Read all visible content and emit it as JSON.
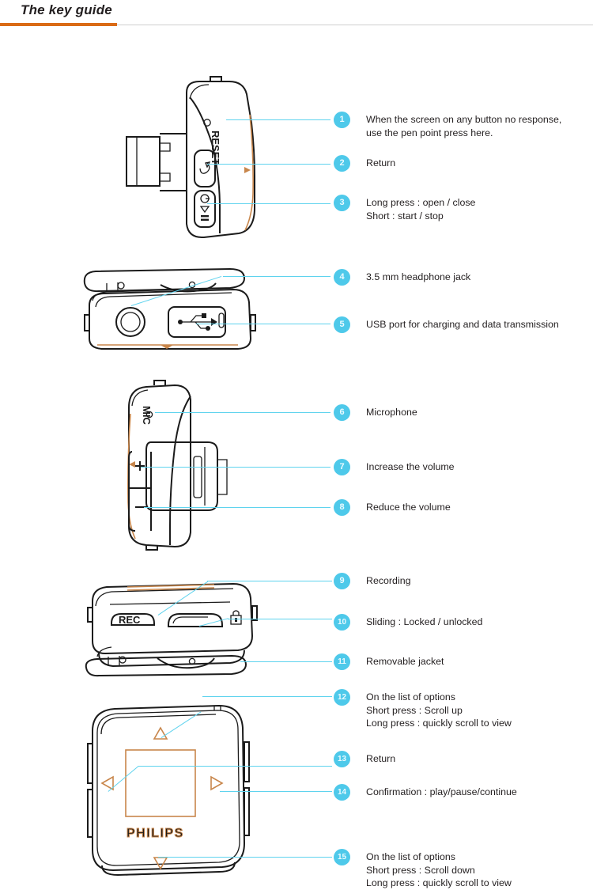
{
  "header": {
    "title": "The key guide",
    "accent_color": "#da6b16",
    "rule_color": "#cfcfcf"
  },
  "theme": {
    "badge_color": "#4ec9ea",
    "leader_color": "#5fd3ee",
    "ink_color": "#1b1b1b",
    "accent_tan": "#c8864b"
  },
  "callouts": [
    {
      "num": "1",
      "text": "When the screen on any button no response,\nuse the pen point press here."
    },
    {
      "num": "2",
      "text": "Return"
    },
    {
      "num": "3",
      "text": "Long press : open / close\nShort : start / stop"
    },
    {
      "num": "4",
      "text": "3.5 mm headphone jack"
    },
    {
      "num": "5",
      "text": "USB port for charging and data transmission"
    },
    {
      "num": "6",
      "text": "Microphone"
    },
    {
      "num": "7",
      "text": "Increase the volume"
    },
    {
      "num": "8",
      "text": "Reduce the volume"
    },
    {
      "num": "9",
      "text": "Recording"
    },
    {
      "num": "10",
      "text": "Sliding : Locked / unlocked"
    },
    {
      "num": "11",
      "text": "Removable jacket"
    },
    {
      "num": "12",
      "text": "On the list of options\nShort press : Scroll up\nLong press : quickly scroll to view"
    },
    {
      "num": "13",
      "text": "Return"
    },
    {
      "num": "14",
      "text": "Confirmation : play/pause/continue"
    },
    {
      "num": "15",
      "text": "On the list of options\nShort press : Scroll down\nLong press : quickly scroll to view"
    }
  ],
  "device_labels": {
    "reset": "RESET",
    "mic": "MIC",
    "rec": "REC",
    "brand": "PHILIPS"
  },
  "views": [
    {
      "name": "right-side-view",
      "shows": [
        "reset-pinhole",
        "return-button",
        "power-play-pause-button"
      ]
    },
    {
      "name": "top-view",
      "shows": [
        "headphone-jack",
        "usb-port"
      ]
    },
    {
      "name": "left-side-view",
      "shows": [
        "microphone",
        "volume-up-button",
        "volume-down-button",
        "removable-jacket"
      ]
    },
    {
      "name": "bottom-view",
      "shows": [
        "rec-button",
        "lock-slider",
        "lock-icon",
        "removable-jacket"
      ]
    },
    {
      "name": "front-view",
      "shows": [
        "screen",
        "brand",
        "up-triangle",
        "left-triangle",
        "right-triangle",
        "down-triangle"
      ]
    }
  ]
}
